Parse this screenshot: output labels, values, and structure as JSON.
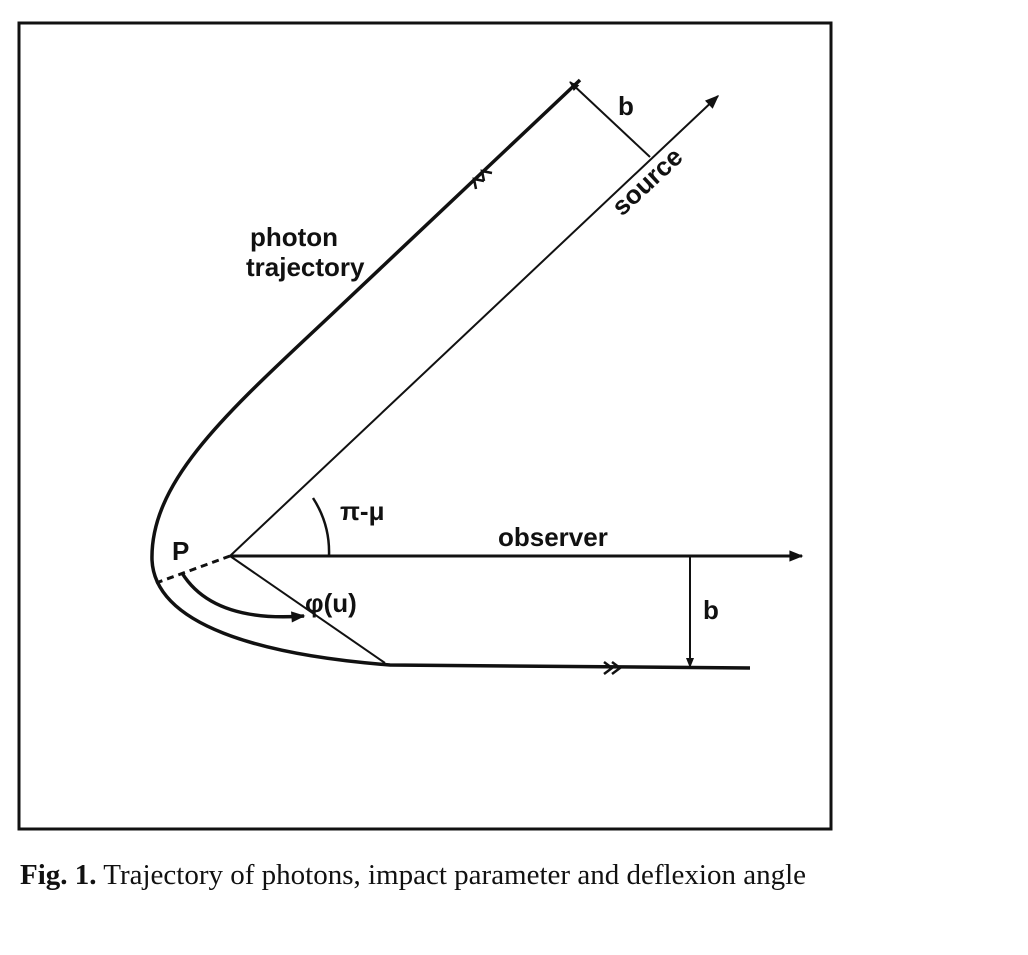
{
  "figure": {
    "labels": {
      "photon_line1": "photon",
      "photon_line2": "trajectory",
      "source": "source",
      "observer": "observer",
      "b_top": "b",
      "b_right": "b",
      "angle": "π-μ",
      "phi": "φ(u)",
      "point": "P"
    }
  },
  "caption": {
    "label": "Fig. 1.",
    "text": " Trajectory of photons, impact parameter and deflexion angle"
  }
}
